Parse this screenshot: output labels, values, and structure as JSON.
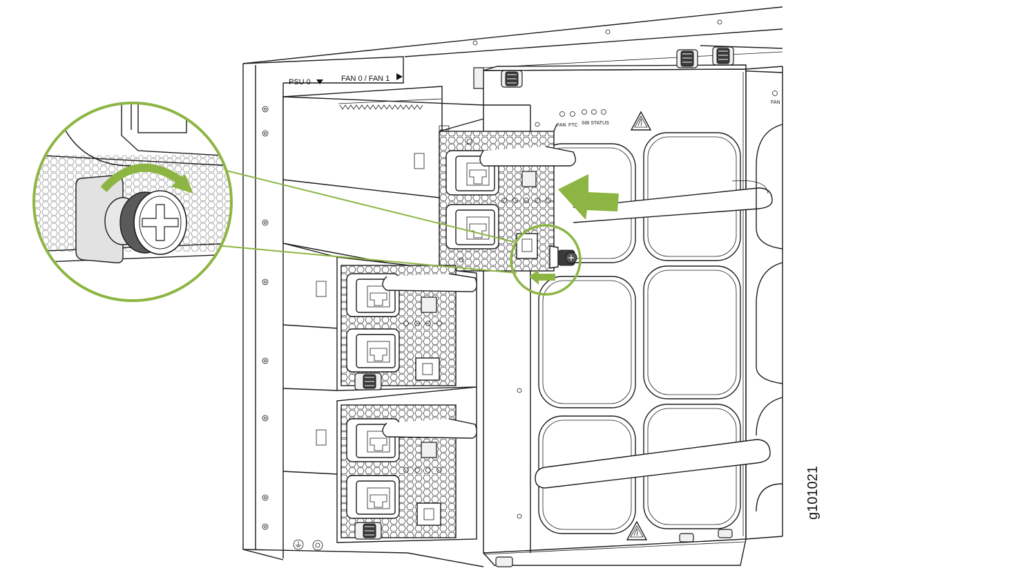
{
  "labels": {
    "psu": "PSU 0",
    "fan": "FAN 0 / FAN 1",
    "fan_led": "FAN",
    "ftc_led": "FTC",
    "sib_status_led": "SIB STATUS",
    "fan_tray_led": "FAN"
  },
  "figure_id": "g101021",
  "colors": {
    "accent": "#8DB543",
    "line": "#1a1a1a",
    "background": "#ffffff"
  },
  "icons": [
    "insert-arrow-icon",
    "tighten-rotate-arrow-icon",
    "captive-screw-icon",
    "warning-triangle-icon",
    "ground-symbol-icon"
  ]
}
